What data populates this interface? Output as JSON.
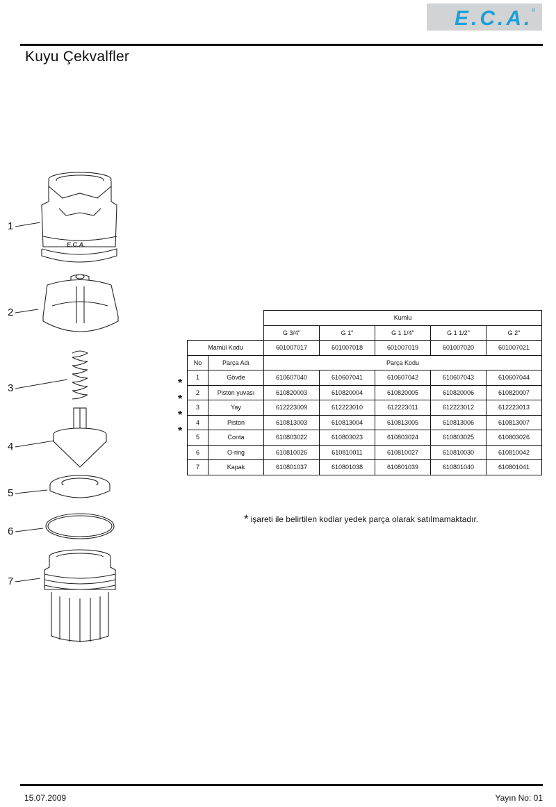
{
  "brand": {
    "logo_text": "E.C.A.",
    "logo_color": "#1aa0d8",
    "reg_mark": "®"
  },
  "header": {
    "title": "Kuyu Çekvalfler"
  },
  "drawing": {
    "callouts": [
      "1",
      "2",
      "3",
      "4",
      "5",
      "6",
      "7"
    ],
    "body_marking": "E.C.A."
  },
  "table": {
    "group_label": "Kumlu",
    "sizes": [
      "G 3/4\"",
      "G 1\"",
      "G 1 1/4\"",
      "G 1 1/2\"",
      "G 2\""
    ],
    "product_code_label": "Mamül Kodu",
    "product_codes": [
      "601007017",
      "601007018",
      "601007019",
      "601007020",
      "601007021"
    ],
    "col_no": "No",
    "col_name": "Parça Adı",
    "col_part_code": "Parça Kodu",
    "rows": [
      {
        "no": "1",
        "name": "Gövde",
        "codes": [
          "610607040",
          "610607041",
          "610607042",
          "610607043",
          "610607044"
        ],
        "star": "*"
      },
      {
        "no": "2",
        "name": "Piston yuvası",
        "codes": [
          "610820003",
          "610820004",
          "610820005",
          "610820006",
          "610820007"
        ],
        "star": "*"
      },
      {
        "no": "3",
        "name": "Yay",
        "codes": [
          "612223009",
          "612223010",
          "612223011",
          "612223012",
          "612223013"
        ],
        "star": "*"
      },
      {
        "no": "4",
        "name": "Piston",
        "codes": [
          "610813003",
          "610813004",
          "610813005",
          "610813006",
          "610813007"
        ],
        "star": "*"
      },
      {
        "no": "5",
        "name": "Conta",
        "codes": [
          "610803022",
          "610803023",
          "610803024",
          "610803025",
          "610803026"
        ],
        "star": ""
      },
      {
        "no": "6",
        "name": "O-ring",
        "codes": [
          "610810026",
          "610810011",
          "610810027",
          "610810030",
          "610810042"
        ],
        "star": ""
      },
      {
        "no": "7",
        "name": "Kapak",
        "codes": [
          "610801037",
          "610801038",
          "610801039",
          "610801040",
          "610801041"
        ],
        "star": ""
      }
    ]
  },
  "note": {
    "star": "*",
    "text": "işareti ile belirtilen kodlar yedek parça olarak satılmamaktadır."
  },
  "footer": {
    "date": "15.07.2009",
    "edition": "Yayın No: 01"
  }
}
